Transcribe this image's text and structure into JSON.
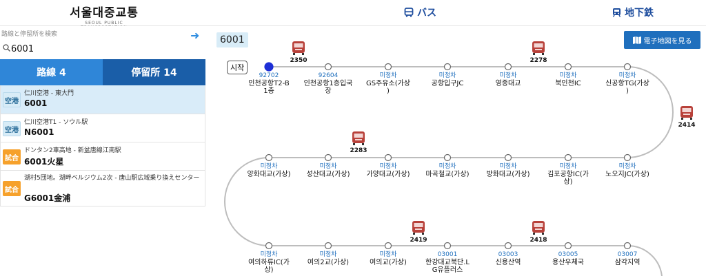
{
  "header": {
    "logo_title": "서울대중교통",
    "logo_sub": "SEOUL PUBLIC TRANSPORTATION",
    "nav_bus": "バス",
    "nav_subway": "地下鉄"
  },
  "sidebar": {
    "search_label": "路線と停留所を検索",
    "search_value": "6001",
    "tab_routes": "路線 4",
    "tab_stops": "停留所 14",
    "results": [
      {
        "badge": "空港",
        "badge_type": "air",
        "desc": "仁川空港 - 東大門",
        "name": "6001",
        "selected": true
      },
      {
        "badge": "空港",
        "badge_type": "air",
        "desc": "仁川空港T1 - ソウル駅",
        "name": "N6001",
        "selected": false
      },
      {
        "badge": "試合",
        "badge_type": "test",
        "desc": "ドンタン2車高地 - 新盆唐線江南駅",
        "name": "6001火星",
        "selected": false
      },
      {
        "badge": "試合",
        "badge_type": "test",
        "desc": "湖村5団地。湖畔ベルジウム2次 - 唐山駅広域乗り換えセンター",
        "name": "G6001金浦",
        "selected": false
      }
    ]
  },
  "main": {
    "route_number": "6001",
    "map_button": "電子地図を見る",
    "start_label": "시작",
    "stops_row1": [
      {
        "code": "92702",
        "name": "인천공항T2-B\n1층"
      },
      {
        "code": "92604",
        "name": "인천공항1층입국\n장"
      },
      {
        "code": "미정차",
        "name": "GS주유소(가상\n)"
      },
      {
        "code": "미정차",
        "name": "공항입구JC"
      },
      {
        "code": "미정차",
        "name": "영종대교"
      },
      {
        "code": "미정차",
        "name": "북인천IC"
      },
      {
        "code": "미정차",
        "name": "신공항TG(가상\n)"
      }
    ],
    "stops_row2": [
      {
        "code": "미정차",
        "name": "양화대교(가상)"
      },
      {
        "code": "미정차",
        "name": "성산대교(가상)"
      },
      {
        "code": "미정차",
        "name": "가양대교(가상)"
      },
      {
        "code": "미정차",
        "name": "마곡철교(가상)"
      },
      {
        "code": "미정차",
        "name": "방화대교(가상)"
      },
      {
        "code": "미정차",
        "name": "김포공항IC(가\n상)"
      },
      {
        "code": "미정차",
        "name": "노오지JC(가상)"
      }
    ],
    "stops_row3": [
      {
        "code": "미정차",
        "name": "여의하류IC(가\n상)"
      },
      {
        "code": "미정차",
        "name": "여의2교(가상)"
      },
      {
        "code": "미정차",
        "name": "여의교(가상)"
      },
      {
        "code": "03001",
        "name": "한강대교북단.L\nG유플러스"
      },
      {
        "code": "03003",
        "name": "신용산역"
      },
      {
        "code": "03005",
        "name": "용산우체국"
      },
      {
        "code": "03007",
        "name": "삼각지역"
      }
    ],
    "buses": [
      {
        "number": "2350"
      },
      {
        "number": "2278"
      },
      {
        "number": "2414"
      },
      {
        "number": "2283"
      },
      {
        "number": "2419"
      },
      {
        "number": "2418"
      }
    ]
  },
  "colors": {
    "accent": "#1f6fbd",
    "tab_routes": "#2f86d8",
    "tab_stops": "#1a5ea8",
    "bus": "#b8413a",
    "current_stop": "#1d2fd6"
  }
}
